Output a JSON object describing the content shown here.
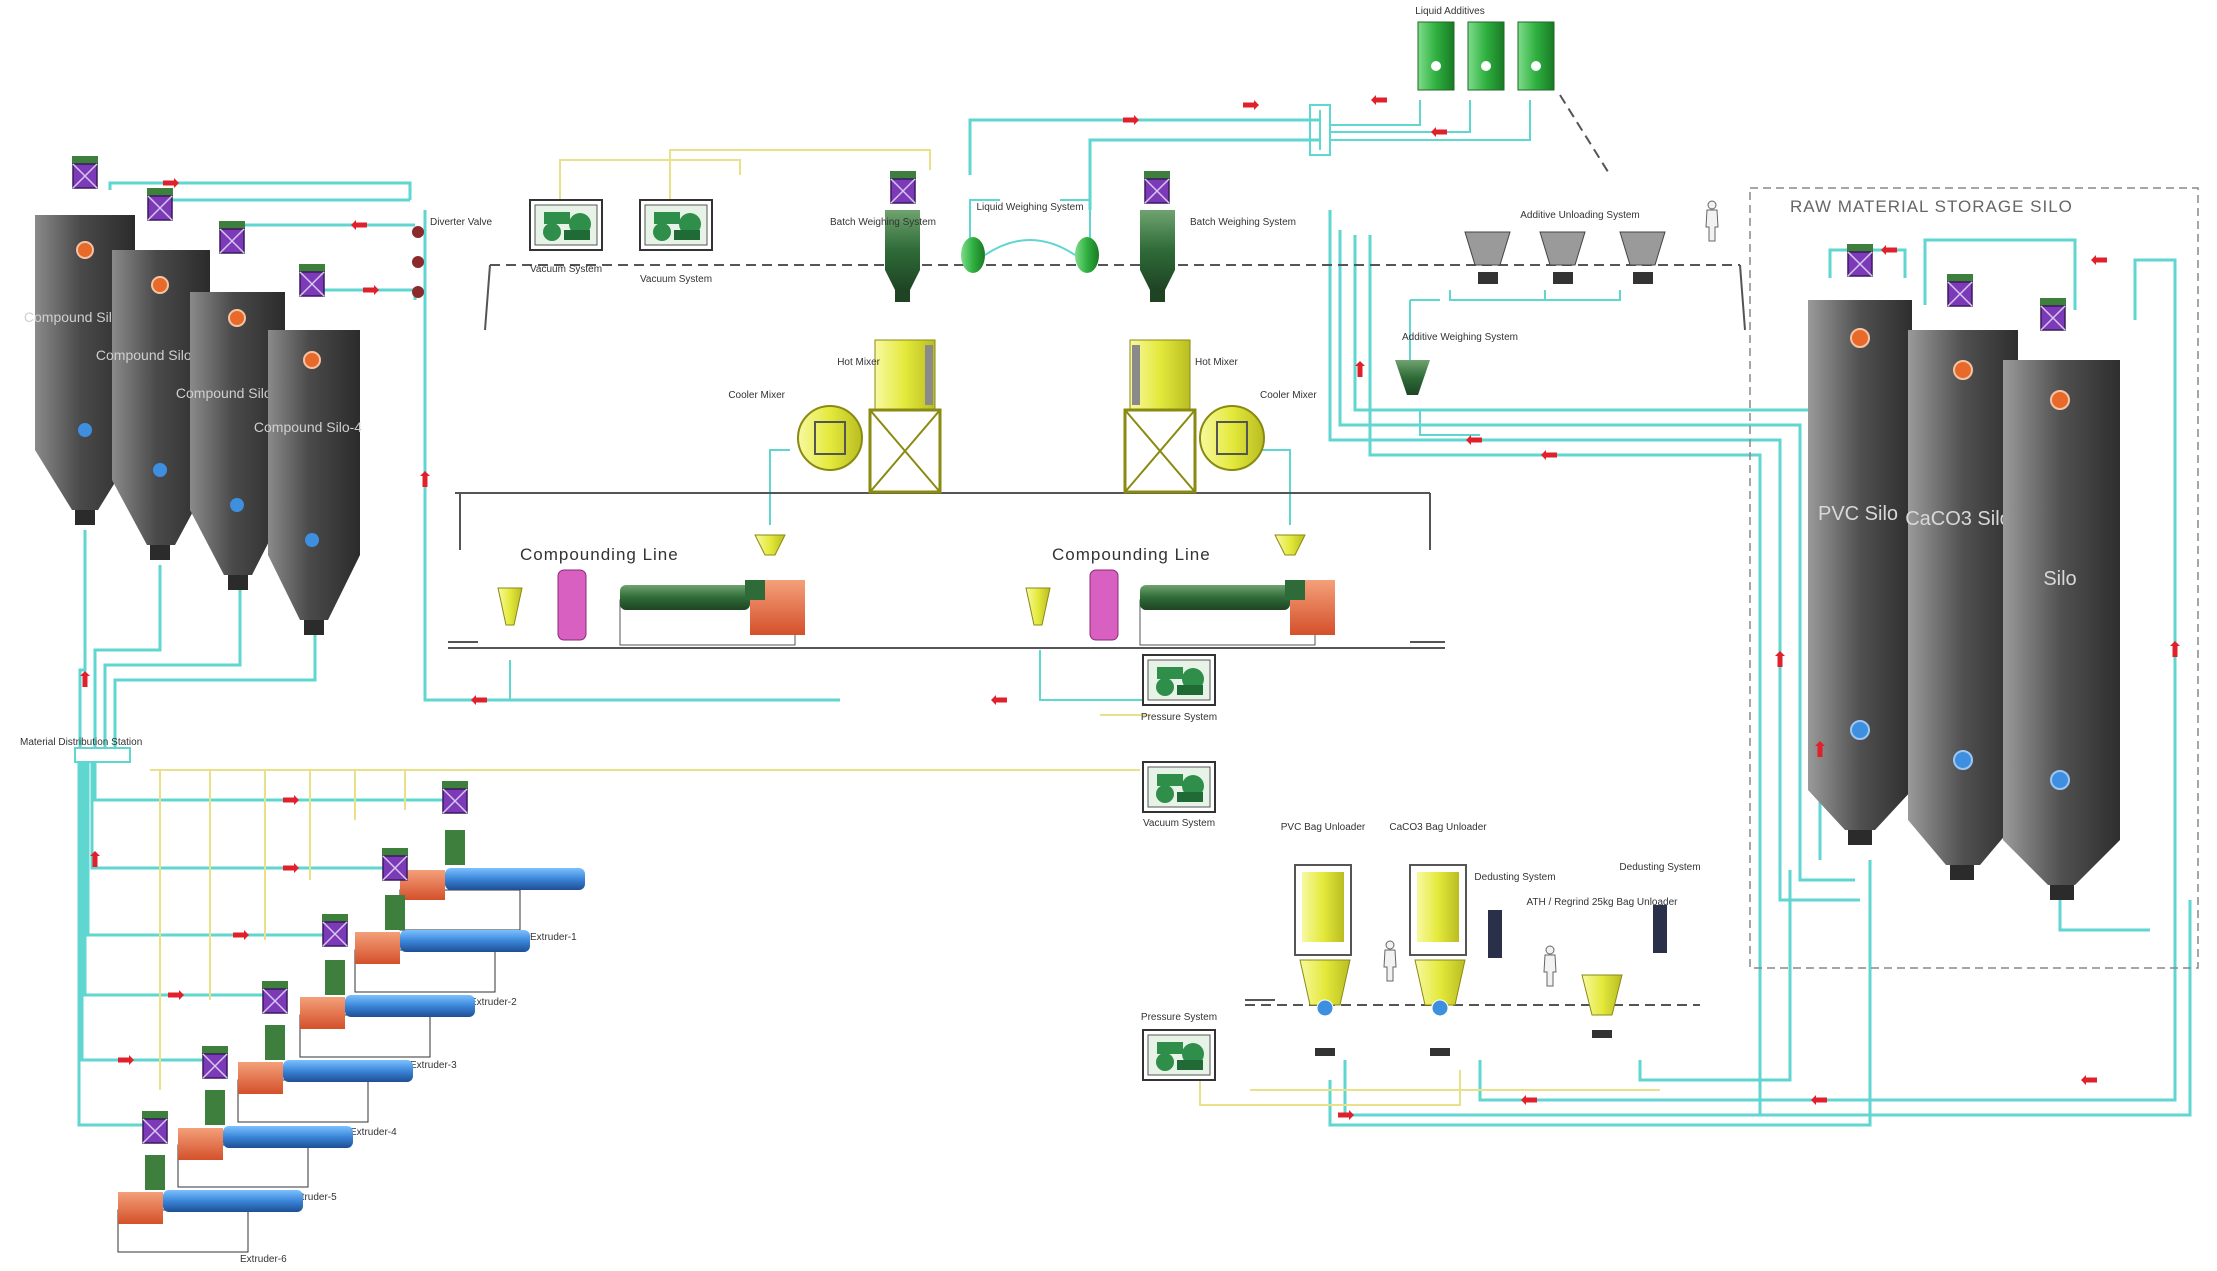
{
  "colors": {
    "pipe": "#5fd6d0",
    "signal_line": "#e9e08a",
    "flow_arrow": "#e0202a",
    "silo_body": "#4a4a4a",
    "mixer": "#e4e93c",
    "extruder_barrel": "#3f8fe0",
    "extruder_base": "#e6693a",
    "compounding_barrel": "#2f6b38",
    "vacuum_system": "#2f8f4a",
    "filter_top": "#7c3ab8"
  },
  "labels": {
    "liquid_additives": "Liquid Additives",
    "raw_material_storage_silo": "RAW MATERIAL STORAGE SILO",
    "diverter_valve": "Diverter Valve",
    "vacuum_system": "Vacuum System",
    "batch_weighing_system": "Batch Weighing System",
    "liquid_weighing_system": "Liquid Weighing System",
    "additive_unloading_system": "Additive Unloading System",
    "additive_weighing_system": "Additive Weighing System",
    "hot_mixer": "Hot Mixer",
    "cooler_mixer": "Cooler Mixer",
    "compounding_line": "Compounding Line",
    "pressure_system": "Pressure System",
    "material_distribution_station": "Material Distribution Station",
    "pvc_bag_unloader": "PVC Bag Unloader",
    "caco3_bag_unloader": "CaCO3 Bag Unloader",
    "dedusting_system": "Dedusting System",
    "ath_25kg_bag_unloader": "ATH / Regrind 25kg Bag Unloader"
  },
  "compound_silos": [
    "Compound Silo-1",
    "Compound Silo-2",
    "Compound Silo-3",
    "Compound Silo-4"
  ],
  "storage_silos": [
    "PVC Silo",
    "CaCO3 Silo",
    "Silo"
  ],
  "extruders": [
    "Extruder-1",
    "Extruder-2",
    "Extruder-3",
    "Extruder-4",
    "Extruder-5",
    "Extruder-6"
  ]
}
